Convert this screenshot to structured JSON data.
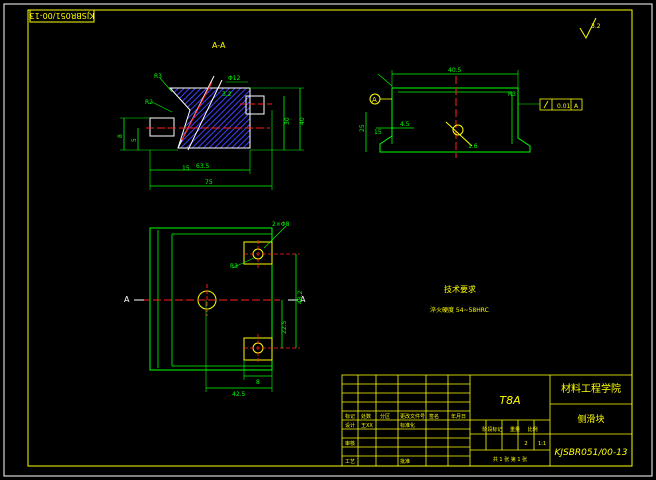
{
  "drawing": {
    "code_rotated": "KJSBR051/00-13",
    "section_label": "A-A",
    "view_arrow_letter": "A",
    "roughness_corner": "3.2",
    "tech_req_title": "技术要求",
    "tech_req_text": "淬火硬度 54~58HRC",
    "section_view": {
      "R1": "R3",
      "R2": "R2",
      "dims": [
        "40",
        "30",
        "8",
        "5",
        "15",
        "63.5",
        "75",
        "Φ12",
        "3.2"
      ]
    },
    "front_view": {
      "dims": [
        "40.5",
        "25",
        "15",
        "4.5",
        "R3",
        "1.6"
      ],
      "tolerance": "0.01",
      "datum": "A"
    },
    "top_view": {
      "dims": [
        "2×Φ8",
        "R3",
        "42.5",
        "22.5",
        "48.2",
        "8"
      ]
    },
    "title_block": {
      "material": "T8A",
      "school": "材料工程学院",
      "part_name": "侧滑块",
      "code": "KJSBR051/00-13",
      "scale": "1:1",
      "quantity": "2",
      "row_labels": [
        "标记",
        "处数",
        "分区",
        "更改文件号",
        "签名",
        "年月日"
      ],
      "designer_label": "设计",
      "designer_name": "王XX",
      "check_label": "审核",
      "process_label": "工艺",
      "std_label": "标准化",
      "approve_label": "批准",
      "stage_labels": [
        "阶段标记",
        "重量",
        "比例"
      ],
      "sheet_text": "共 1 张   第 1 张"
    }
  }
}
